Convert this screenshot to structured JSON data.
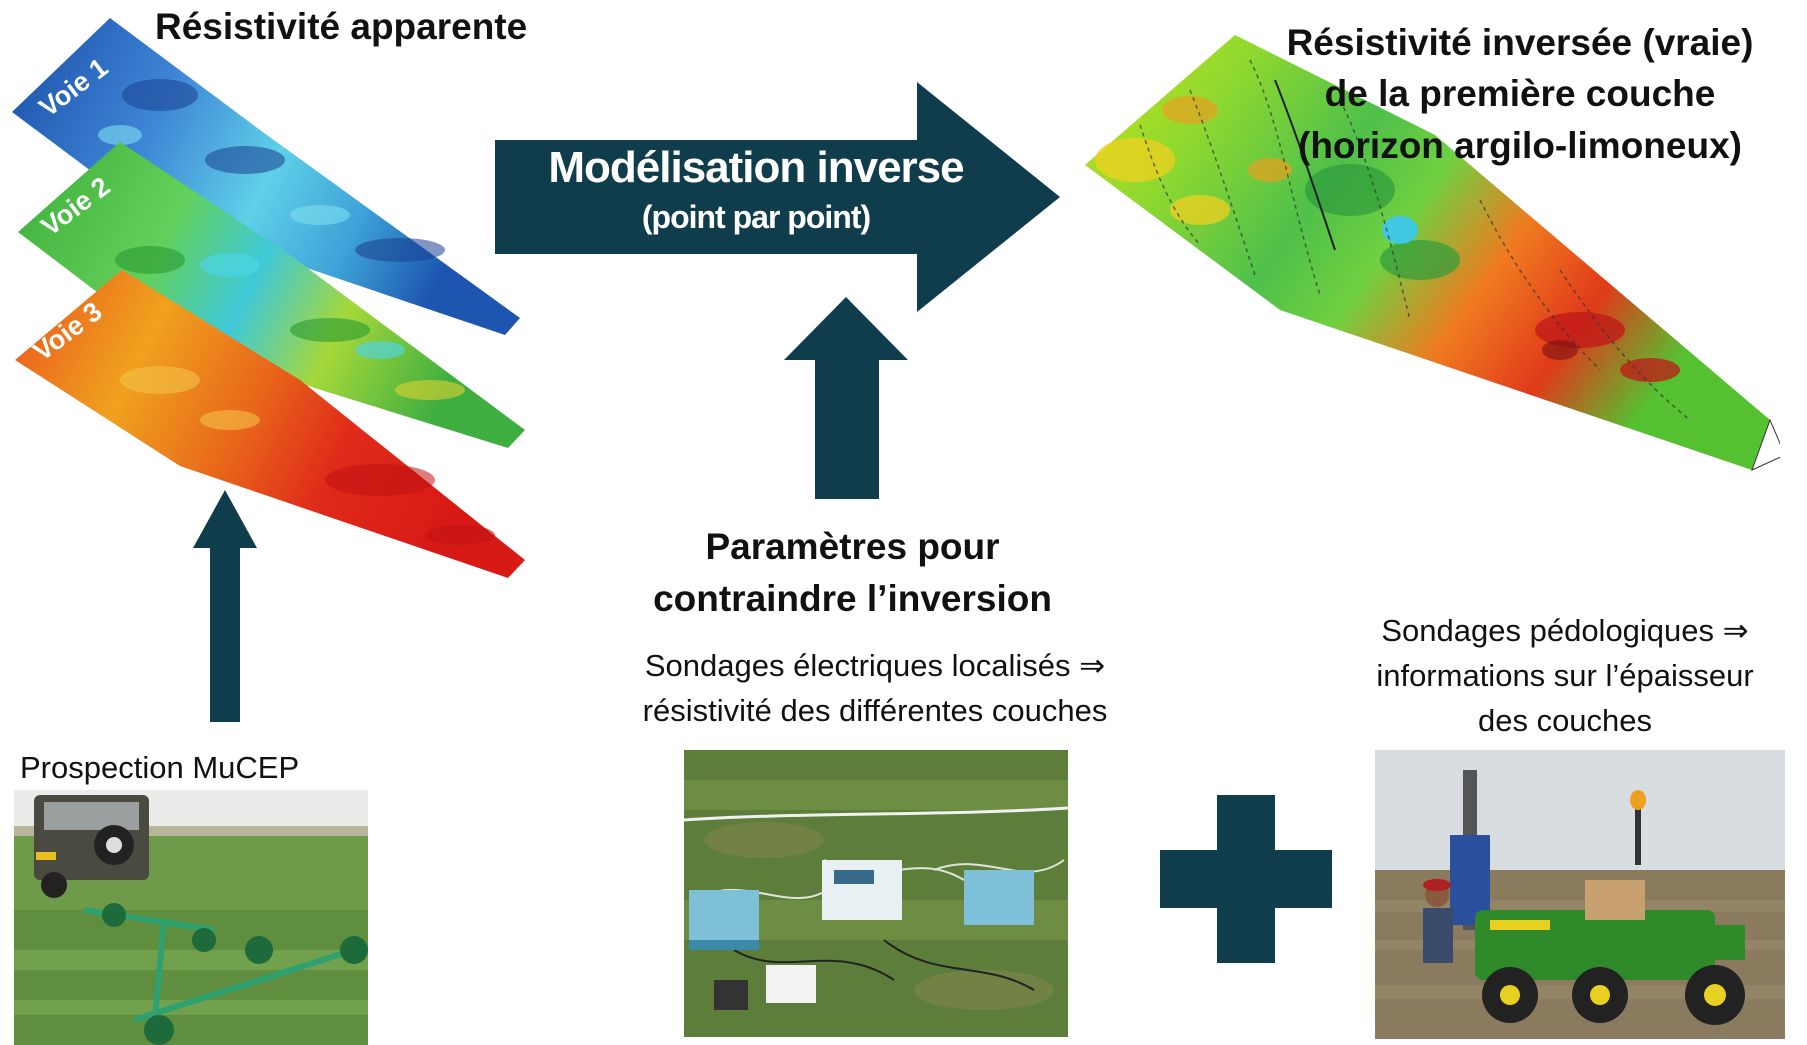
{
  "apparent": {
    "title": "Résistivité apparente",
    "lanes": [
      "Voie 1",
      "Voie 2",
      "Voie 3"
    ]
  },
  "inverted": {
    "title_line1": "Résistivité inversée (vraie)",
    "title_line2": "de la première couche",
    "title_line3": "(horizon argilo-limoneux)"
  },
  "arrow_main": {
    "label": "Modélisation inverse",
    "sublabel": "(point par point)"
  },
  "parameters": {
    "title_line1": "Paramètres pour",
    "title_line2": "contraindre l’inversion"
  },
  "electrical": {
    "line1": "Sondages électriques localisés ⇒",
    "line2": "résistivité des différentes couches"
  },
  "pedological": {
    "line1": "Sondages pédologiques ⇒",
    "line2": "informations sur l’épaisseur",
    "line3": "des couches"
  },
  "mucep": {
    "label": "Prospection MuCEP"
  },
  "colors": {
    "arrow": "#0f3d4c",
    "lane1": "#1f5fb8",
    "lane2": "#4fb83a",
    "lane3": "#e0391f"
  }
}
